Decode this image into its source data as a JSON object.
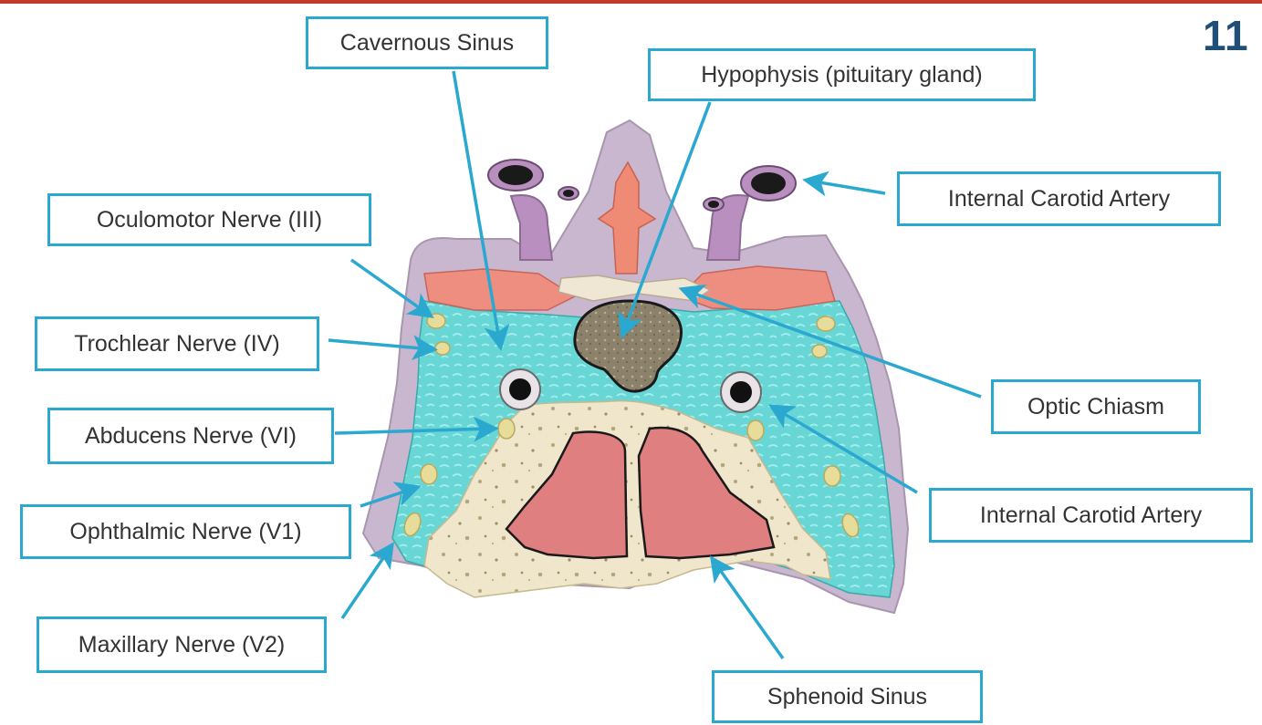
{
  "slide_number": "11",
  "labels": {
    "cavernous_sinus": "Cavernous Sinus",
    "hypophysis": "Hypophysis (pituitary gland)",
    "internal_carotid_upper": "Internal Carotid Artery",
    "oculomotor": "Oculomotor Nerve (III)",
    "trochlear": "Trochlear Nerve (IV)",
    "optic_chiasm": "Optic Chiasm",
    "abducens": "Abducens Nerve (VI)",
    "internal_carotid_lower": "Internal Carotid Artery",
    "ophthalmic": "Ophthalmic Nerve (V1)",
    "maxillary": "Maxillary Nerve (V2)",
    "sphenoid_sinus": "Sphenoid Sinus"
  },
  "colors": {
    "label_border": "#2aa8cf",
    "arrow": "#2aa8cf",
    "dura": "#c9b6cf",
    "sinus": "#69d6d6",
    "bone": "#efe6cc",
    "sphenoid_air": "#e07f80",
    "artery": "#b98fc0",
    "pituitary": "#8c826c",
    "nerve": "#e8dc9a"
  }
}
